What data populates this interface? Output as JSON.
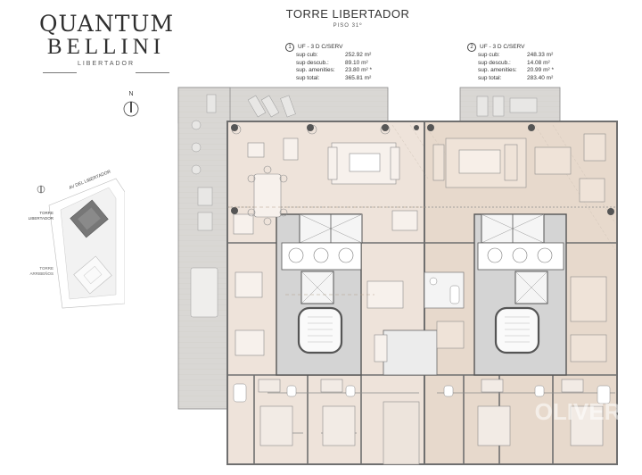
{
  "logo": {
    "line1": "QUANTUM",
    "line2": "BELLINI",
    "line3": "LIBERTADOR"
  },
  "header": {
    "title": "TORRE LIBERTADOR",
    "floor": "PISO 31º"
  },
  "units": [
    {
      "num": "1",
      "name": "UF - 3 D C/SERV",
      "rows": [
        {
          "label": "sup cub:",
          "value": "252.92 m²"
        },
        {
          "label": "sup descub.:",
          "value": "89.10 m²"
        },
        {
          "label": "sup. amenities:",
          "value": "23.80 m² *"
        },
        {
          "label": "sup total:",
          "value": "365.81 m²"
        }
      ]
    },
    {
      "num": "2",
      "name": "UF - 3 D C/SERV",
      "rows": [
        {
          "label": "sup cub:",
          "value": "248.33 m²"
        },
        {
          "label": "sup descub.:",
          "value": "14.08 m²"
        },
        {
          "label": "sup. amenities:",
          "value": "20.99 m² *"
        },
        {
          "label": "sup total:",
          "value": "283.40 m²"
        }
      ]
    }
  ],
  "compass": {
    "label": "N"
  },
  "site_plan": {
    "street": "AV DEL LIBERTADOR",
    "tower1_line1": "TORRE",
    "tower1_line2": "LIBERTADOR",
    "tower2_line1": "TORRE",
    "tower2_line2": "ARRIBEÑOS"
  },
  "watermark": "OLIVER",
  "colors": {
    "unit1_fill": "#eee3da",
    "unit2_fill": "#e7d9cc",
    "terrace": "#d8d6d3",
    "wall": "#6f6f6f",
    "core": "#9a9a9a"
  }
}
